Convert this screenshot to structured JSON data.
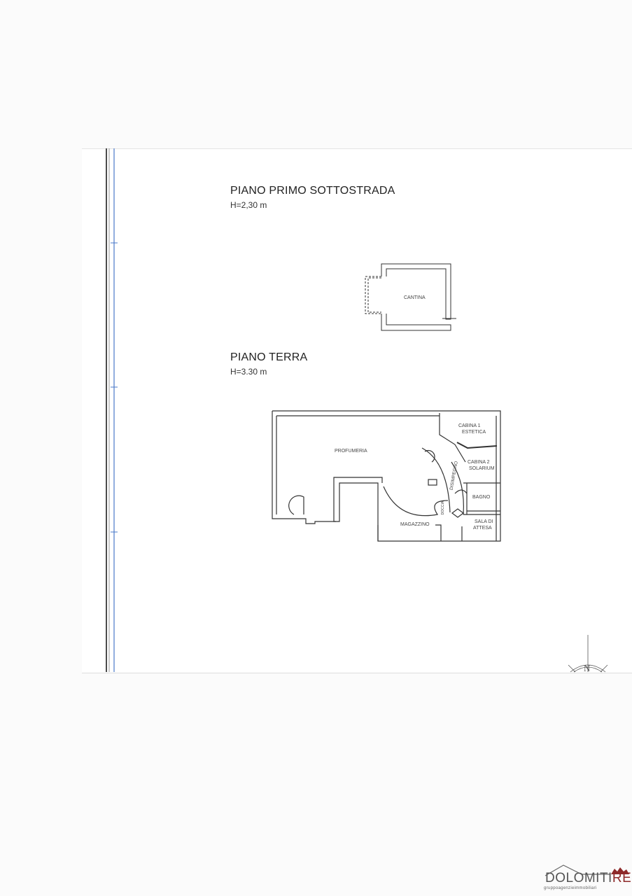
{
  "floors": [
    {
      "title": "PIANO PRIMO SOTTOSTRADA",
      "height": "H=2,30 m",
      "rooms": [
        "CANTINA"
      ]
    },
    {
      "title": "PIANO TERRA",
      "height": "H=3.30 m",
      "rooms": [
        "PROFUMERIA",
        "CABINA 1",
        "ESTETICA",
        "CABINA 2",
        "SOLARIUM",
        "DISIMPEGNO",
        "DOCCIA",
        "BAGNO",
        "MAGAZZINO",
        "SALA DI",
        "ATTESA"
      ]
    }
  ],
  "compass": {
    "label": "N"
  },
  "logo": {
    "name_main": "DOLOMITI",
    "name_accent": "RE",
    "tagline": "gruppoagenzieimmobiliari"
  }
}
